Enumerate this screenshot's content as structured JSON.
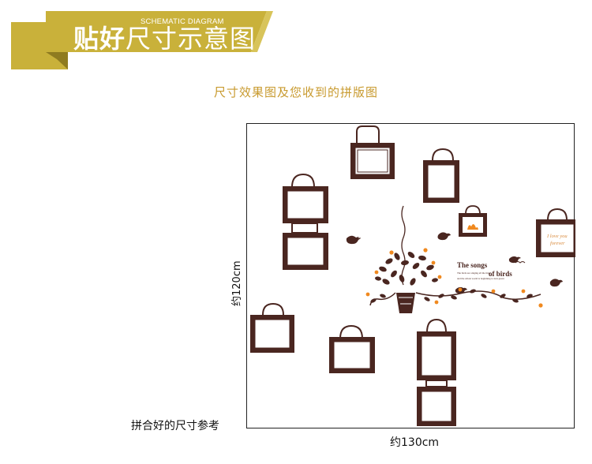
{
  "banner": {
    "title_bold": "贴好",
    "title_thin": "尺寸示意图",
    "subtitle": "SCHEMATIC DIAGRAM",
    "color": "#c9b13a"
  },
  "heading": "尺寸效果图及您收到的拼版图",
  "diagram": {
    "height_label": "约120cm",
    "width_label": "约130cm",
    "caption": "拼合好的尺寸参考",
    "frame_color": "#4a2620",
    "accent_color": "#f0891f",
    "songs_title_1": "The songs",
    "songs_title_2": "of birds",
    "songs_small_1": "The birds are singing all the time",
    "songs_small_2": "and the whole world is beginning to turn green",
    "quote_line_1": "I love you",
    "quote_line_2": "forever"
  }
}
